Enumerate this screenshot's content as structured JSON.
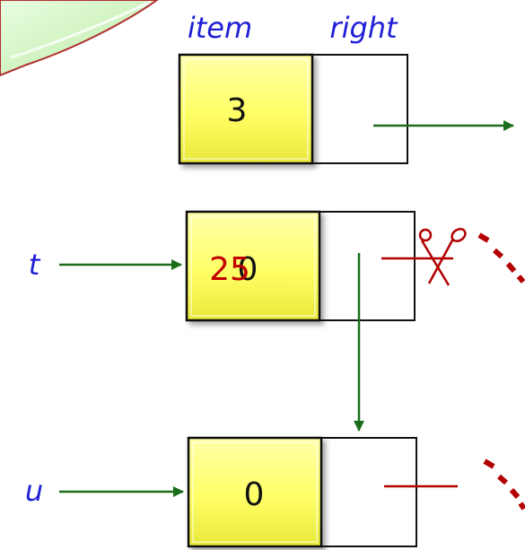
{
  "labels": {
    "item_header": "item",
    "right_header": "right",
    "var_t": "t",
    "var_u": "u"
  },
  "nodes": {
    "top": {
      "item": "3"
    },
    "middle": {
      "item_old": "0",
      "item_new": "25"
    },
    "bottom": {
      "item": "0"
    }
  },
  "icons": {
    "scissors": "scissors-icon",
    "cut_link": "dashed-line-icon"
  },
  "colors": {
    "item_fill": "#ffff66",
    "label_blue": "#1f1fd6",
    "arrow_green": "#1a6e1a",
    "cut_red": "#b30000"
  }
}
